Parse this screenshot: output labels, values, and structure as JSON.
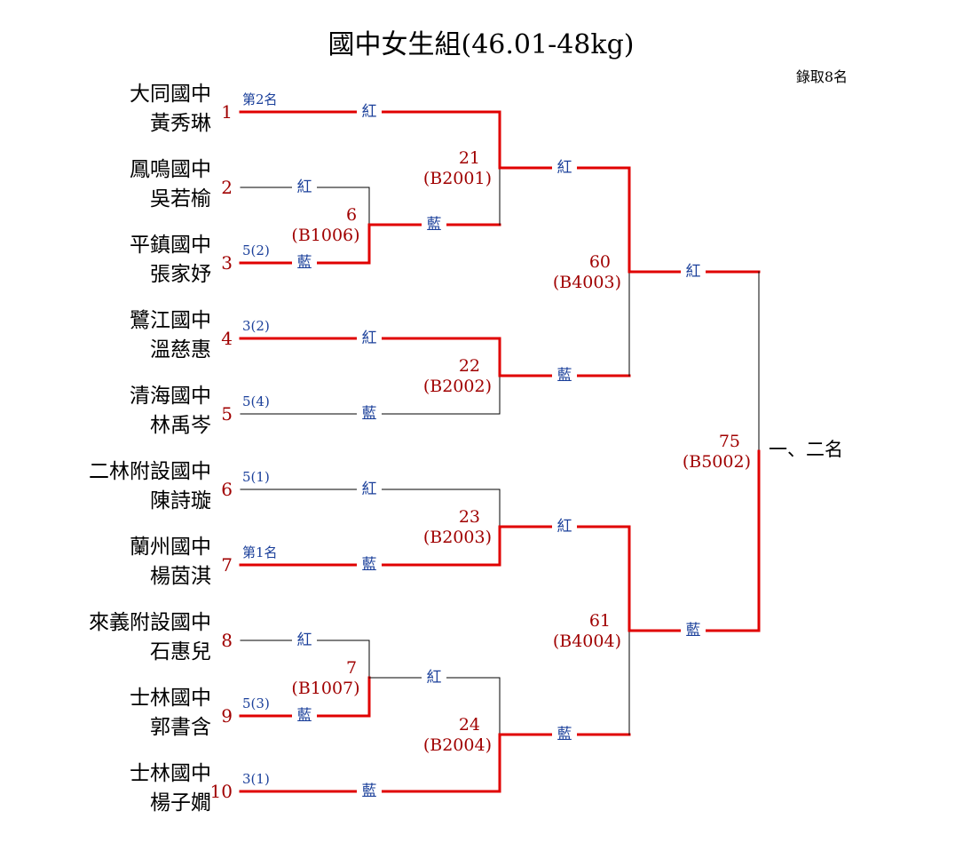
{
  "title": "國中女生組(46.01-48kg)",
  "quota_note": "錄取8名",
  "final_label": "一、二名",
  "colors": {
    "win": "#e00000",
    "line": "#000000",
    "seed": "#a00000",
    "blue": "#1a3f9a"
  },
  "entrants": [
    {
      "seed": "1",
      "school": "大同國中",
      "name": "黃秀琳",
      "rank": "第2名"
    },
    {
      "seed": "2",
      "school": "鳳鳴國中",
      "name": "吳若榆",
      "rank": ""
    },
    {
      "seed": "3",
      "school": "平鎮國中",
      "name": "張家妤",
      "rank": "5(2)"
    },
    {
      "seed": "4",
      "school": "鷺江國中",
      "name": "溫慈惠",
      "rank": "3(2)"
    },
    {
      "seed": "5",
      "school": "清海國中",
      "name": "林禹岑",
      "rank": "5(4)"
    },
    {
      "seed": "6",
      "school": "二林附設國中",
      "name": "陳詩璇",
      "rank": "5(1)"
    },
    {
      "seed": "7",
      "school": "蘭州國中",
      "name": "楊茵淇",
      "rank": "第1名"
    },
    {
      "seed": "8",
      "school": "來義附設國中",
      "name": "石惠兒",
      "rank": ""
    },
    {
      "seed": "9",
      "school": "士林國中",
      "name": "郭書含",
      "rank": "5(3)"
    },
    {
      "seed": "10",
      "school": "士林國中",
      "name": "楊子嫺",
      "rank": "3(1)"
    }
  ],
  "matches": {
    "m6": {
      "num": "6",
      "code": "(B1006)",
      "top": "紅",
      "bottom": "藍"
    },
    "m7": {
      "num": "7",
      "code": "(B1007)",
      "top": "紅",
      "bottom": "藍"
    },
    "m21": {
      "num": "21",
      "code": "(B2001)",
      "top": "紅",
      "bottom": "藍"
    },
    "m22": {
      "num": "22",
      "code": "(B2002)",
      "top": "紅",
      "bottom": "藍"
    },
    "m23": {
      "num": "23",
      "code": "(B2003)",
      "top": "紅",
      "bottom": "藍"
    },
    "m24": {
      "num": "24",
      "code": "(B2004)",
      "top": "紅",
      "bottom": "藍"
    },
    "m60": {
      "num": "60",
      "code": "(B4003)",
      "top": "紅",
      "bottom": "藍"
    },
    "m61": {
      "num": "61",
      "code": "(B4004)",
      "top": "紅",
      "bottom": "藍"
    },
    "m75": {
      "num": "75",
      "code": "(B5002)",
      "top": "紅",
      "bottom": "藍"
    }
  }
}
